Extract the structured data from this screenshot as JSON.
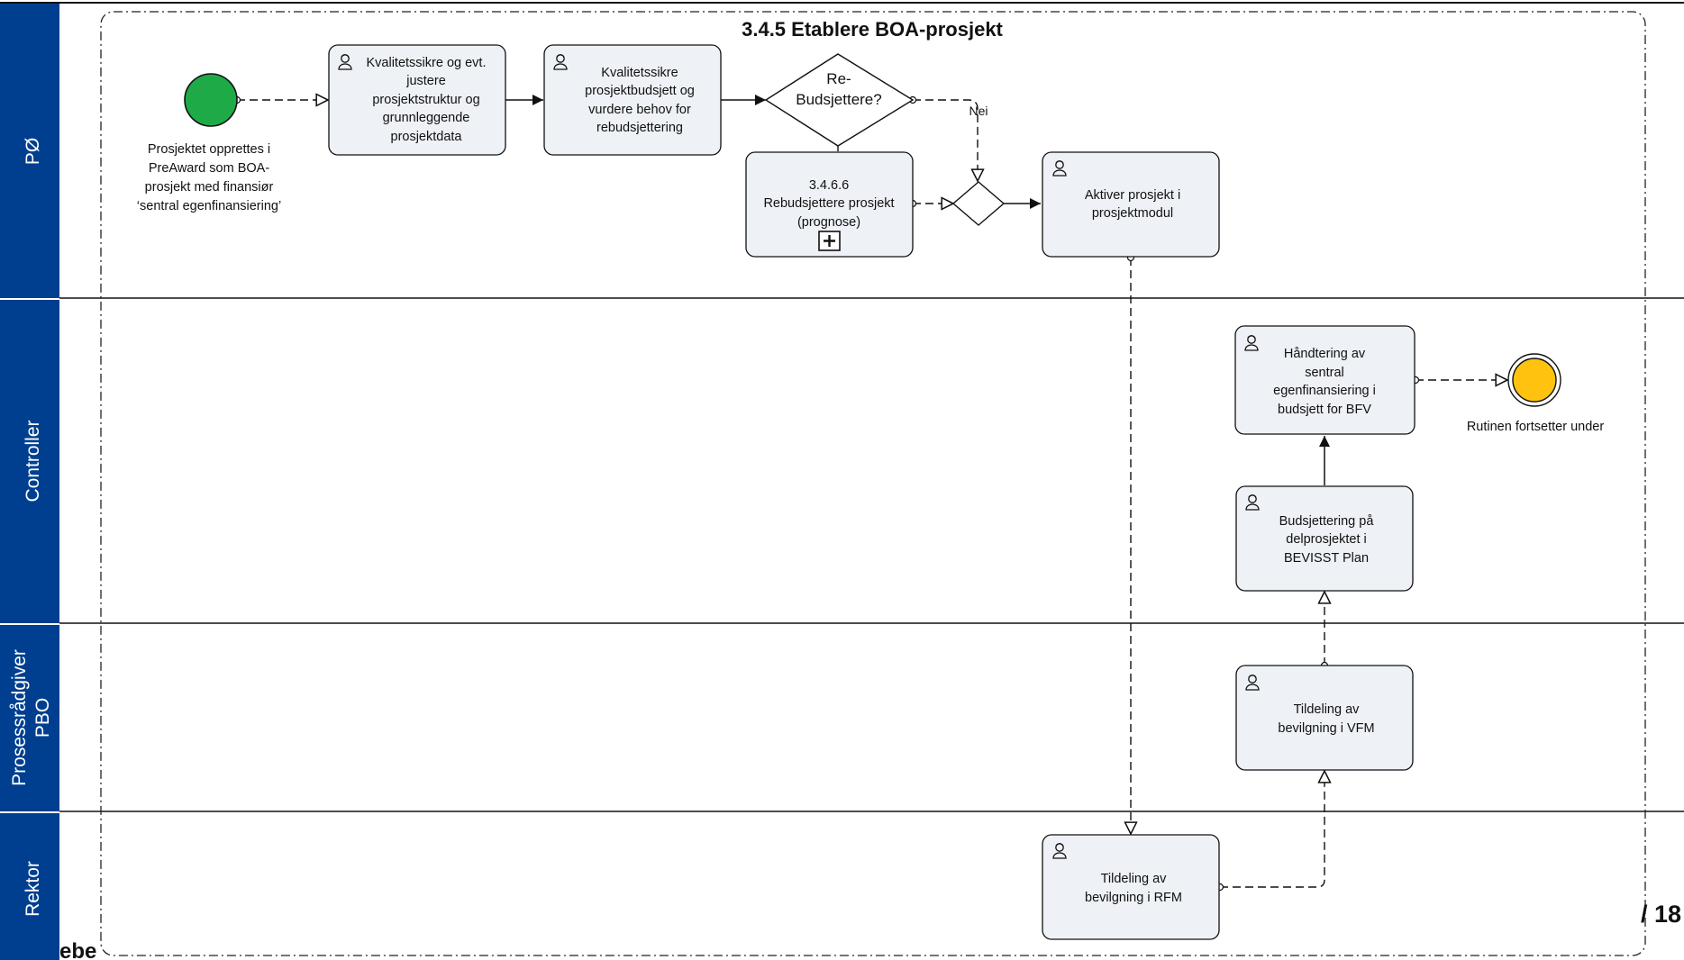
{
  "title": "3.4.5 Etablere BOA-prosjekt",
  "lanes": [
    {
      "id": "po",
      "label": "PØ"
    },
    {
      "id": "controller",
      "label": "Controller"
    },
    {
      "id": "prosess",
      "label_line1": "Prosessrådgiver",
      "label_line2": "PBO"
    },
    {
      "id": "rektor",
      "label": "Rektor"
    }
  ],
  "start_event": {
    "lines": [
      "Prosjektet opprettes i",
      "PreAward som BOA-",
      "prosjekt med finansiør",
      "‘sentral egenfinansiering’"
    ],
    "color": "#1faa48"
  },
  "end_event": {
    "label": "Rutinen fortsetter under",
    "color": "#ffc20e"
  },
  "tasks": {
    "t1": {
      "lines": [
        "Kvalitetssikre og evt.",
        "justere",
        "prosjektstruktur og",
        "grunnleggende",
        "prosjektdata"
      ],
      "icon": "user-icon"
    },
    "t2": {
      "lines": [
        "Kvalitetssikre",
        "prosjektbudsjett og",
        "vurdere behov for",
        "rebudsjettering"
      ],
      "icon": "user-icon"
    },
    "t3": {
      "lines": [
        "3.4.6.6",
        "Rebudsjettere prosjekt",
        "(prognose)"
      ],
      "marker": "+",
      "icon": "subprocess-plus-icon"
    },
    "t4": {
      "lines": [
        "Aktiver prosjekt i",
        "prosjektmodul"
      ],
      "icon": "user-icon"
    },
    "t5": {
      "lines": [
        "Håndtering av",
        "sentral",
        "egenfinansiering i",
        "budsjett for BFV"
      ],
      "icon": "user-icon"
    },
    "t6": {
      "lines": [
        "Budsjettering på",
        "delprosjektet i",
        "BEVISST Plan"
      ],
      "icon": "user-icon"
    },
    "t7": {
      "lines": [
        "Tildeling av",
        "bevilgning i VFM"
      ],
      "icon": "user-icon"
    },
    "t8": {
      "lines": [
        "Tildeling av",
        "bevilgning i RFM"
      ],
      "icon": "user-icon"
    }
  },
  "gateway_decision": {
    "lines": [
      "Re-",
      "Budsjettere?"
    ]
  },
  "edge_label_nei": "Nei",
  "footer_left": "ebe",
  "footer_right": "/ 18",
  "colors": {
    "lane_header": "#003f8f",
    "task_fill": "#eef1f6"
  }
}
